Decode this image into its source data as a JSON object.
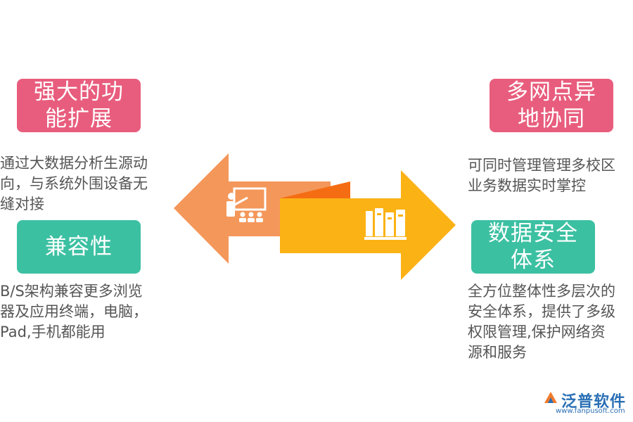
{
  "features": {
    "left_top": {
      "title": "强大的功\n能扩展",
      "desc": "通过大数据分析生源动\n向，与系统外围设备无\n缝对接"
    },
    "left_bottom": {
      "title": "兼容性",
      "desc": "B/S架构兼容更多浏览\n器及应用终端，电脑，\nPad,手机都能用"
    },
    "right_top": {
      "title": "多网点异\n地协同",
      "desc": "可同时管理管理多校区\n业务数据实时掌控"
    },
    "right_bottom": {
      "title": "数据安全\n体系",
      "desc": "全方位整体性多层次的\n安全体系，提供了多级\n权限管理,保护网络资\n源和服务"
    }
  },
  "icons": {
    "left_arrow": "teacher-presentation-icon",
    "right_arrow": "books-icon"
  },
  "colors": {
    "pink": "#e85d7d",
    "teal": "#3cc0a2",
    "arrow_left": "#f4975a",
    "arrow_right": "#fbb215",
    "arrow_fold": "#f56d12"
  },
  "logo": {
    "name": "泛普软件",
    "url": "www.fanpusoft.com"
  }
}
